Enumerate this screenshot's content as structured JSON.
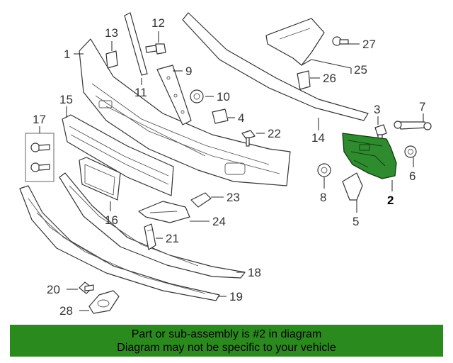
{
  "callouts": [
    {
      "id": "1",
      "text": "1"
    },
    {
      "id": "2",
      "text": "2"
    },
    {
      "id": "3",
      "text": "3"
    },
    {
      "id": "4",
      "text": "4"
    },
    {
      "id": "5",
      "text": "5"
    },
    {
      "id": "6",
      "text": "6"
    },
    {
      "id": "7",
      "text": "7"
    },
    {
      "id": "8",
      "text": "8"
    },
    {
      "id": "9",
      "text": "9"
    },
    {
      "id": "10",
      "text": "10"
    },
    {
      "id": "11",
      "text": "11"
    },
    {
      "id": "12",
      "text": "12"
    },
    {
      "id": "13",
      "text": "13"
    },
    {
      "id": "14",
      "text": "14"
    },
    {
      "id": "15",
      "text": "15"
    },
    {
      "id": "16",
      "text": "16"
    },
    {
      "id": "17",
      "text": "17"
    },
    {
      "id": "18",
      "text": "18"
    },
    {
      "id": "19",
      "text": "19"
    },
    {
      "id": "20",
      "text": "20"
    },
    {
      "id": "21",
      "text": "21"
    },
    {
      "id": "22",
      "text": "22"
    },
    {
      "id": "23",
      "text": "23"
    },
    {
      "id": "24",
      "text": "24"
    },
    {
      "id": "25",
      "text": "25"
    },
    {
      "id": "26",
      "text": "26"
    },
    {
      "id": "27",
      "text": "27"
    },
    {
      "id": "28",
      "text": "28"
    }
  ],
  "highlighted_part": "2",
  "colors": {
    "highlight": "#2e8b2e",
    "banner": "#2b8a1e",
    "line": "#333333"
  },
  "banner": {
    "line1": "Part or sub-assembly is #2 in diagram",
    "line2": "Diagram may not be specific to your vehicle"
  }
}
